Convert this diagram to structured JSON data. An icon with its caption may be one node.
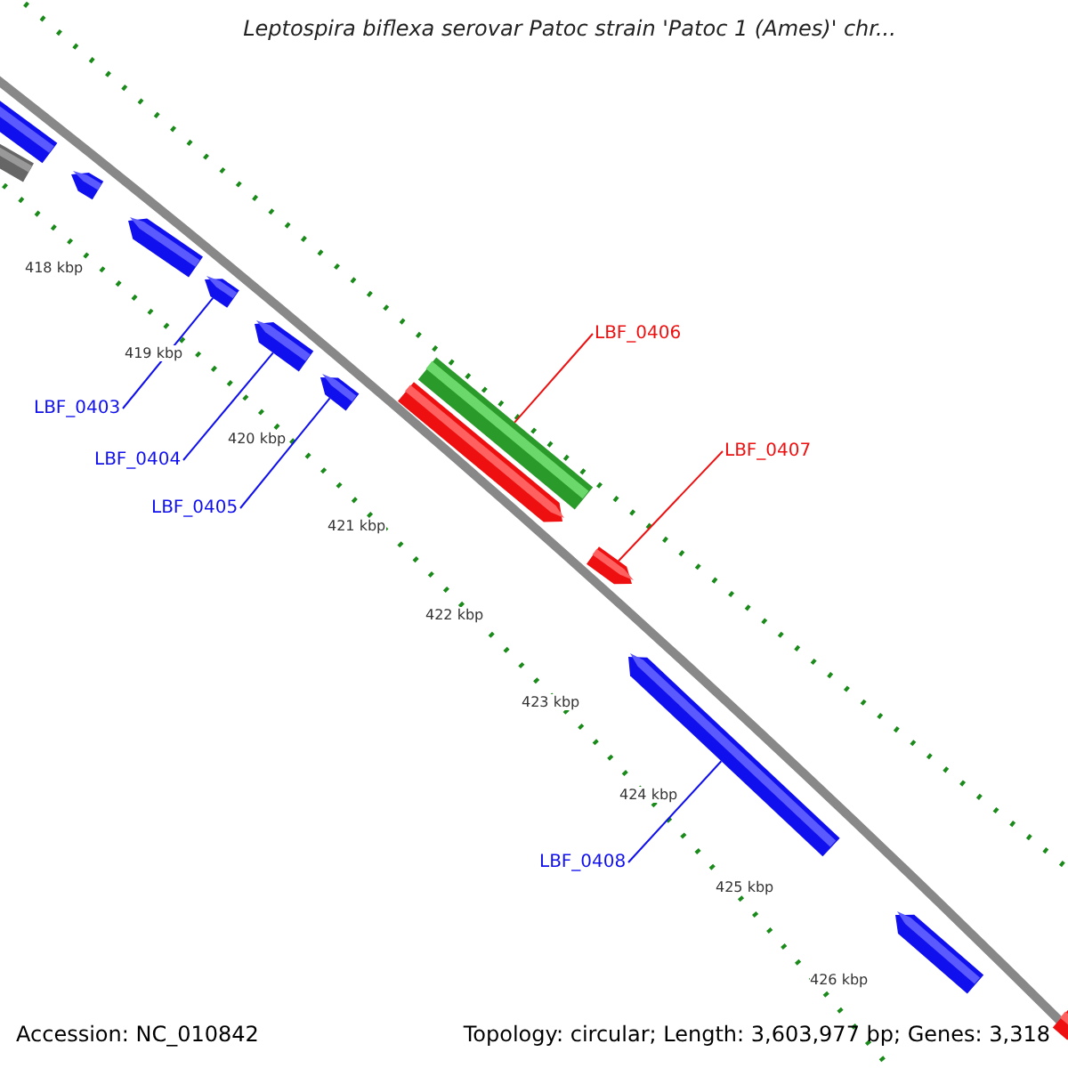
{
  "diagram": {
    "title": "Leptospira biflexa serovar Patoc strain 'Patoc 1 (Ames)' chr...",
    "nodes": [
      {
        "text": [],
        "shape": "bar"
      },
      {
        "text": [],
        "shape": "bar"
      },
      {
        "text": [],
        "shape": "bar"
      },
      {
        "text": [],
        "shape": "bar"
      },
      {
        "text": [
          "LBF_0403"
        ]
      },
      {
        "text": [],
        "shape": "bar"
      },
      {
        "text": [
          "LBF_0404"
        ]
      },
      {
        "text": [],
        "shape": "bar"
      },
      {
        "text": [
          "LBF_0405"
        ]
      },
      {
        "text": [],
        "shape": "bar"
      },
      {
        "text": [
          "LBF_0406"
        ]
      },
      {
        "text": [],
        "shape": "bar"
      },
      {
        "text": [],
        "shape": "bar"
      },
      {
        "text": [
          "LBF_0407"
        ]
      },
      {
        "text": [],
        "shape": "bar"
      },
      {
        "text": [
          "LBF_0408"
        ]
      },
      {
        "text": [],
        "shape": "bar"
      },
      {
        "text": [],
        "shape": "bar"
      },
      {
        "text": [],
        "shape": "bar"
      }
    ],
    "edges": [
      {
        "from": 4,
        "to": 5,
        "arrow": "none"
      },
      {
        "from": 6,
        "to": 7,
        "arrow": "none"
      },
      {
        "from": 8,
        "to": 9,
        "arrow": "none"
      },
      {
        "from": 10,
        "to": 11,
        "arrow": "none",
        "color": "#ee1010"
      },
      {
        "from": 13,
        "to": 14,
        "arrow": "none",
        "color": "#ee1010"
      },
      {
        "from": 15,
        "to": 16,
        "arrow": "none"
      }
    ],
    "labels": [
      "418 kbp",
      "419 kbp",
      "420 kbp",
      "421 kbp",
      "422 kbp",
      "423 kbp",
      "424 kbp",
      "425 kbp",
      "426 kbp",
      "Accession: NC_010842",
      "Topology: circular; Length: 3,603,977 bp; Genes: 3,318"
    ]
  }
}
